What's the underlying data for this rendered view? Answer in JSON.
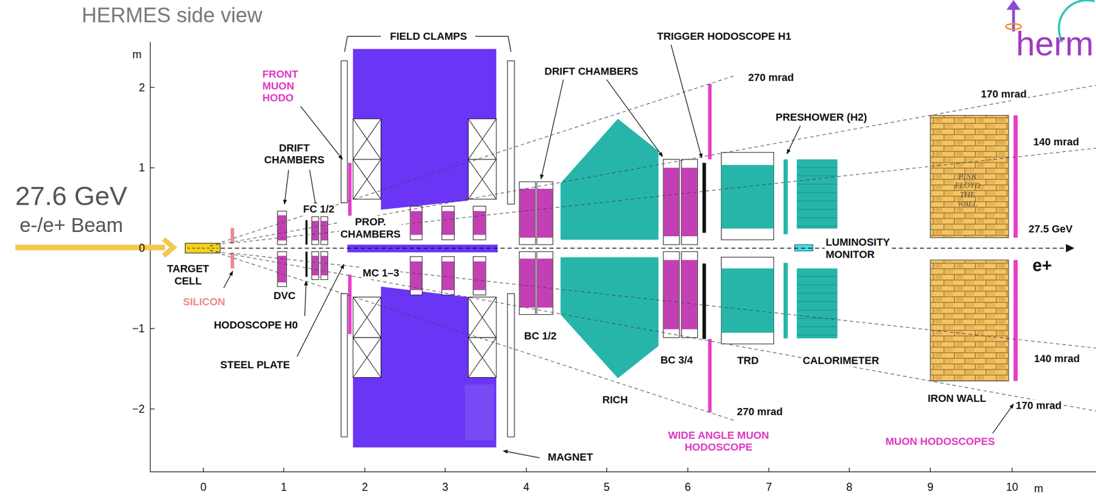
{
  "diagram": {
    "title": "HERMES side view",
    "labels": [
      "herm",
      "m",
      "2",
      "1",
      "0",
      "−1",
      "−2",
      "0",
      "1",
      "2",
      "3",
      "4",
      "5",
      "6",
      "7",
      "8",
      "9",
      "10",
      "m",
      "27.6 GeV",
      "e-/e+ Beam",
      "FIELD CLAMPS",
      "FRONT MUON HODO",
      "DRIFT CHAMBERS",
      "FC 1/2",
      "PROP. CHAMBERS",
      "TARGET CELL",
      "SILICON",
      "DVC",
      "MC 1–3",
      "HODOSCOPE H0",
      "STEEL PLATE",
      "DRIFT CHAMBERS",
      "TRIGGER HODOSCOPE H1",
      "270 mrad",
      "170 mrad",
      "PRESHOWER (H2)",
      "140 mrad",
      "27.5 GeV",
      "e+",
      "LUMINOSITY MONITOR",
      "BC 1/2",
      "RICH",
      "BC 3/4",
      "TRD",
      "CALORIMETER",
      "140 mrad",
      "270 mrad",
      "170 mrad",
      "IRON WALL",
      "MAGNET",
      "WIDE ANGLE MUON HODOSCOPE",
      "MUON HODOSCOPES",
      "PINK FLOYD THE WALL"
    ]
  }
}
